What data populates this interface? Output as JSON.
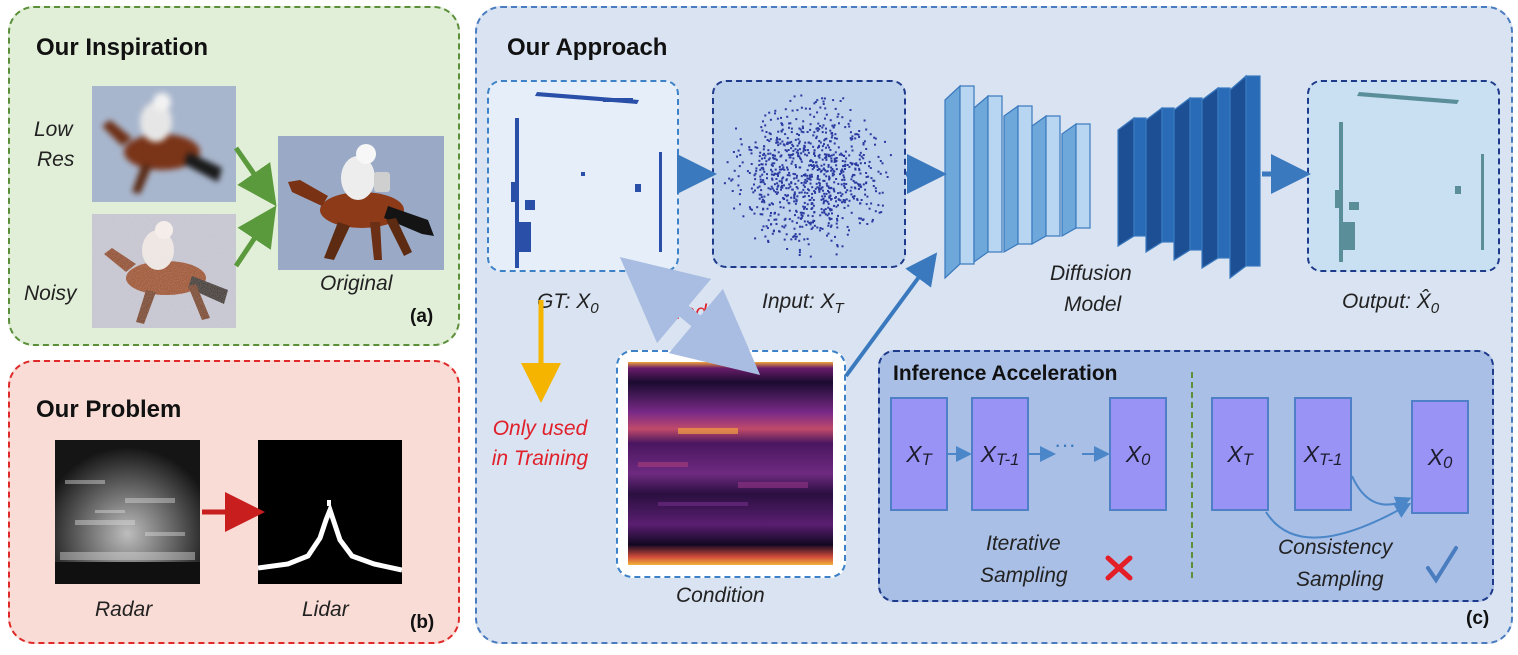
{
  "panel_a": {
    "title": "Our Inspiration",
    "label_low": "Low",
    "label_res": "Res",
    "label_noisy": "Noisy",
    "label_original": "Original",
    "tag": "(a)"
  },
  "panel_b": {
    "title": "Our Problem",
    "label_radar": "Radar",
    "label_lidar": "Lidar",
    "tag": "(b)"
  },
  "panel_c": {
    "title": "Our Approach",
    "gt_prefix": "GT: X",
    "gt_sub": "0",
    "input_prefix": "Input: X",
    "input_sub": "T",
    "paired": "Paired",
    "only_used_line1": "Only used",
    "only_used_line2": "in Training",
    "condition": "Condition",
    "diffusion_line1": "Diffusion",
    "diffusion_line2": "Model",
    "output_prefix": "Output: ",
    "output_symbol": "X̂",
    "output_sub": "0",
    "tag": "(c)"
  },
  "inference": {
    "title": "Inference Acceleration",
    "block_xt": "X",
    "block_xt_sub": "T",
    "block_xt1": "X",
    "block_xt1_sub": "T-1",
    "block_x0": "X",
    "block_x0_sub": "0",
    "dots": "···",
    "iterative_line1": "Iterative",
    "iterative_line2": "Sampling",
    "consistency_line1": "Consistency",
    "consistency_line2": "Sampling"
  },
  "colors": {
    "green_arrow": "#5a9a3c",
    "red_arrow": "#c81e1e",
    "blue_arrow": "#3a79be",
    "orange_arrow": "#f5b400",
    "paired_arrow": "#a9bde2",
    "cross": "#e41e26",
    "check": "#4a7cc0"
  }
}
